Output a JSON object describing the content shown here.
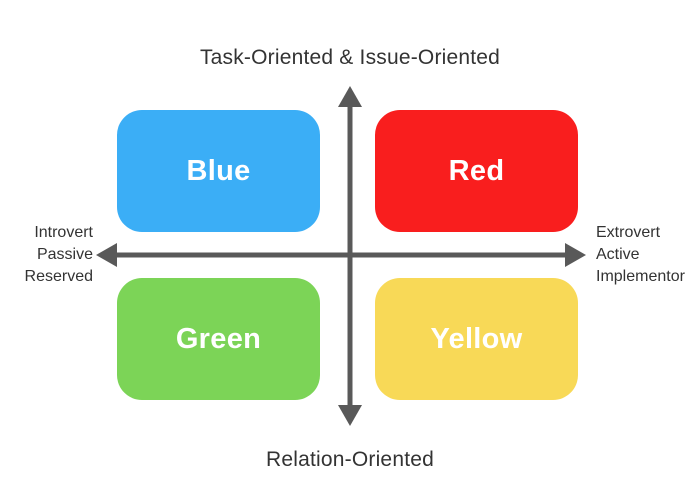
{
  "diagram": {
    "title_top": "Task-Oriented & Issue-Oriented",
    "title_bottom": "Relation-Oriented",
    "left_axis_labels": [
      "Introvert",
      "Passive",
      "Reserved"
    ],
    "right_axis_labels": [
      "Extrovert",
      "Active",
      "Implementor"
    ],
    "axis_color": "#595959",
    "text_color": "#333333",
    "quadrants": [
      {
        "label": "Blue",
        "color": "#3BAEF6",
        "position": "top-left"
      },
      {
        "label": "Red",
        "color": "#F91E1E",
        "position": "top-right"
      },
      {
        "label": "Green",
        "color": "#7CD457",
        "position": "bottom-left"
      },
      {
        "label": "Yellow",
        "color": "#F8D957",
        "position": "bottom-right"
      }
    ]
  }
}
